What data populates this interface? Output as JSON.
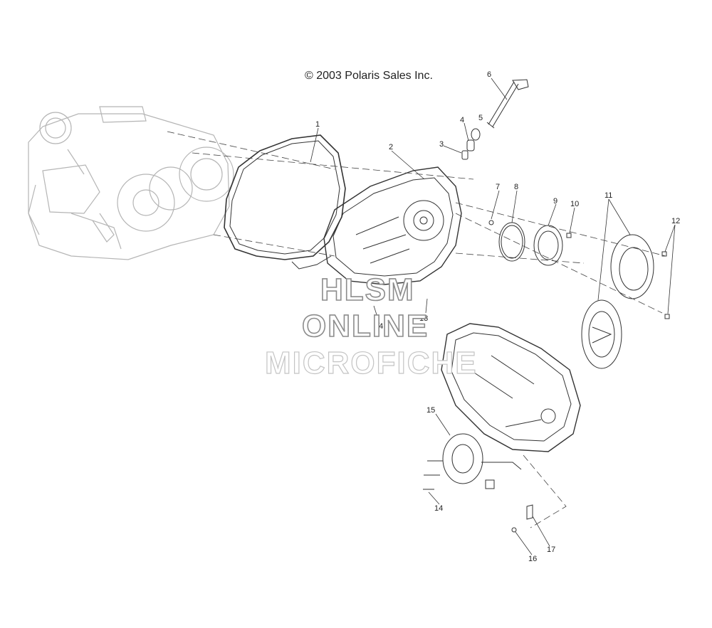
{
  "diagram": {
    "copyright": "© 2003 Polaris Sales Inc.",
    "watermark": {
      "line1": "HLSM",
      "line2": "ONLINE",
      "line3": "MICROFICHE"
    },
    "callouts": [
      "1",
      "2",
      "3",
      "4",
      "5",
      "6",
      "7",
      "8",
      "9",
      "10",
      "11",
      "12",
      "13",
      "14",
      "14",
      "15",
      "16",
      "17"
    ]
  }
}
